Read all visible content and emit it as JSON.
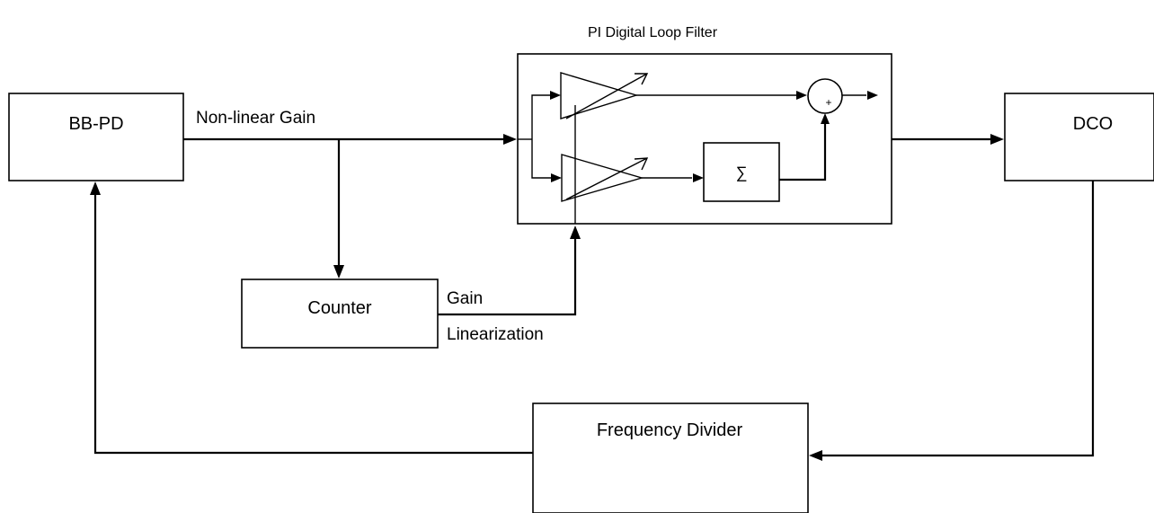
{
  "diagram": {
    "title": "PI Digital Loop Filter",
    "blocks": {
      "bbpd": "BB-PD",
      "dco": "DCO",
      "counter": "Counter",
      "divider": "Frequency Divider",
      "integrator": "∑",
      "adder": "+"
    },
    "labels": {
      "nonlinear_gain": "Non-linear Gain",
      "gain": "Gain",
      "linearization": "Linearization"
    }
  }
}
